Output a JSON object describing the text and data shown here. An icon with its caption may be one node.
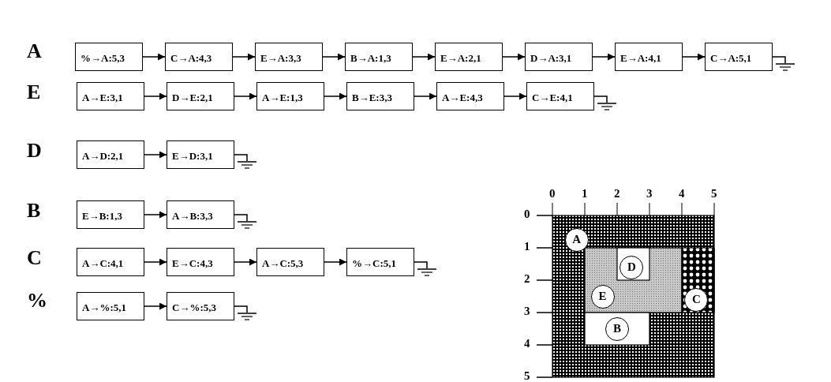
{
  "diagram": {
    "nodes": [
      {
        "text": [
          "%→A:5,3"
        ]
      },
      {
        "text": [
          "C→A:4,3"
        ]
      },
      {
        "text": [
          "E→A:3,3"
        ]
      },
      {
        "text": [
          "B→A:1,3"
        ]
      },
      {
        "text": [
          "E→A:2,1"
        ]
      },
      {
        "text": [
          "D→A:3,1"
        ]
      },
      {
        "text": [
          "E→A:4,1"
        ]
      },
      {
        "text": [
          "C→A:5,1"
        ]
      },
      {
        "text": [],
        "shape": "ground"
      },
      {
        "text": [
          "A→E:3,1"
        ]
      },
      {
        "text": [
          "D→E:2,1"
        ]
      },
      {
        "text": [
          "A→E:1,3"
        ]
      },
      {
        "text": [
          "B→E:3,3"
        ]
      },
      {
        "text": [
          "A→E:4,3"
        ]
      },
      {
        "text": [
          "C→E:4,1"
        ]
      },
      {
        "text": [],
        "shape": "ground"
      },
      {
        "text": [
          "A→D:2,1"
        ]
      },
      {
        "text": [
          "E→D:3,1"
        ]
      },
      {
        "text": [],
        "shape": "ground"
      },
      {
        "text": [
          "E→B:1,3"
        ]
      },
      {
        "text": [
          "A→B:3,3"
        ]
      },
      {
        "text": [],
        "shape": "ground"
      },
      {
        "text": [
          "A→C:4,1"
        ]
      },
      {
        "text": [
          "E→C:4,3"
        ]
      },
      {
        "text": [
          "A→C:5,3"
        ]
      },
      {
        "text": [
          "%→C:5,1"
        ]
      },
      {
        "text": [],
        "shape": "ground"
      },
      {
        "text": [
          "A→%:5,1"
        ]
      },
      {
        "text": [
          "C→%:5,3"
        ]
      },
      {
        "text": [],
        "shape": "ground"
      },
      {
        "text": [
          "A"
        ]
      },
      {
        "text": [
          "D"
        ]
      },
      {
        "text": [
          "E"
        ]
      },
      {
        "text": [
          "C"
        ]
      },
      {
        "text": [
          "B"
        ]
      }
    ],
    "edges": [
      {
        "from": 0,
        "to": 1,
        "arrow": "to"
      },
      {
        "from": 1,
        "to": 2,
        "arrow": "to"
      },
      {
        "from": 2,
        "to": 3,
        "arrow": "to"
      },
      {
        "from": 3,
        "to": 4,
        "arrow": "to"
      },
      {
        "from": 4,
        "to": 5,
        "arrow": "to"
      },
      {
        "from": 5,
        "to": 6,
        "arrow": "to"
      },
      {
        "from": 6,
        "to": 7,
        "arrow": "to"
      },
      {
        "from": 7,
        "to": 8,
        "arrow": "none"
      },
      {
        "from": 9,
        "to": 10,
        "arrow": "to"
      },
      {
        "from": 10,
        "to": 11,
        "arrow": "to"
      },
      {
        "from": 11,
        "to": 12,
        "arrow": "to"
      },
      {
        "from": 12,
        "to": 13,
        "arrow": "to"
      },
      {
        "from": 13,
        "to": 14,
        "arrow": "to"
      },
      {
        "from": 14,
        "to": 15,
        "arrow": "none"
      },
      {
        "from": 16,
        "to": 17,
        "arrow": "to"
      },
      {
        "from": 17,
        "to": 18,
        "arrow": "none"
      },
      {
        "from": 19,
        "to": 20,
        "arrow": "to"
      },
      {
        "from": 20,
        "to": 21,
        "arrow": "none"
      },
      {
        "from": 22,
        "to": 23,
        "arrow": "to"
      },
      {
        "from": 23,
        "to": 24,
        "arrow": "to"
      },
      {
        "from": 24,
        "to": 25,
        "arrow": "to"
      },
      {
        "from": 25,
        "to": 26,
        "arrow": "none"
      },
      {
        "from": 27,
        "to": 28,
        "arrow": "to"
      },
      {
        "from": 28,
        "to": 29,
        "arrow": "none"
      }
    ],
    "labels": [
      "A",
      "E",
      "D",
      "B",
      "C",
      "%",
      "0",
      "1",
      "2",
      "3",
      "4",
      "5",
      "0",
      "1",
      "2",
      "3",
      "4",
      "5"
    ]
  }
}
